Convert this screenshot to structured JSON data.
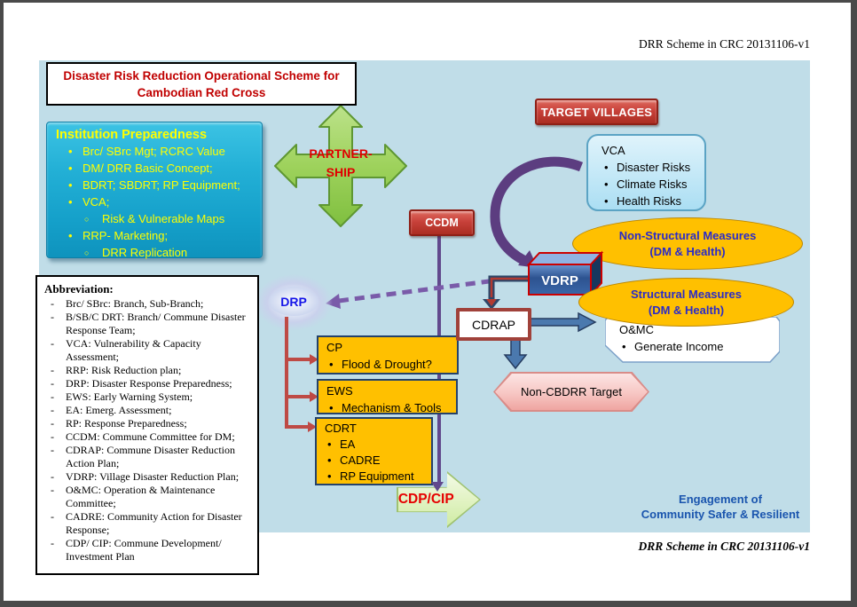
{
  "header": {
    "version_label": "DRR Scheme in CRC 20131106-v1"
  },
  "footer": {
    "version_label": "DRR Scheme in CRC 20131106-v1"
  },
  "title": {
    "line1": "Disaster Risk Reduction Operational Scheme for",
    "line2": "Cambodian Red Cross"
  },
  "institution": {
    "heading": "Institution Preparedness",
    "items": [
      {
        "level": 1,
        "text": "Brc/ SBrc Mgt; RCRC Value"
      },
      {
        "level": 1,
        "text": "DM/ DRR Basic Concept;"
      },
      {
        "level": 1,
        "text": "BDRT; SBDRT; RP Equipment;"
      },
      {
        "level": 1,
        "text": "VCA;"
      },
      {
        "level": 2,
        "text": "Risk & Vulnerable Maps"
      },
      {
        "level": 1,
        "text": "RRP- Marketing;"
      },
      {
        "level": 2,
        "text": "DRR Replication"
      }
    ]
  },
  "partnership": {
    "line1": "PARTNER-",
    "line2": "SHIP"
  },
  "target_villages": {
    "label": "TARGET VILLAGES"
  },
  "vca": {
    "heading": "VCA",
    "items": [
      "Disaster Risks",
      "Climate Risks",
      "Health Risks"
    ]
  },
  "ccdm": {
    "label": "CCDM"
  },
  "vdrp": {
    "label": "VDRP"
  },
  "non_structural": {
    "line1": "Non-Structural Measures",
    "line2": "(DM & Health)"
  },
  "structural": {
    "line1": "Structural Measures",
    "line2": "(DM & Health)"
  },
  "omc": {
    "heading": "O&MC",
    "items": [
      "Generate Income"
    ]
  },
  "cdrap": {
    "label": "CDRAP"
  },
  "non_cbdrr": {
    "label": "Non-CBDRR Target"
  },
  "drp": {
    "label": "DRP"
  },
  "cp_box": {
    "heading": "CP",
    "items": [
      "Flood & Drought?"
    ]
  },
  "ews_box": {
    "heading": "EWS",
    "items": [
      "Mechanism & Tools"
    ]
  },
  "cdrt_box": {
    "heading": "CDRT",
    "items": [
      "EA",
      "CADRE",
      "RP Equipment"
    ]
  },
  "cdp_cip": {
    "label": "CDP/CIP"
  },
  "engagement": {
    "line1": "Engagement of",
    "line2": "Community Safer & Resilient"
  },
  "abbreviations": {
    "heading": "Abbreviation:",
    "items": [
      "Brc/ SBrc: Branch, Sub-Branch;",
      "B/SB/C DRT: Branch/ Commune Disaster Response Team;",
      "VCA: Vulnerability & Capacity Assessment;",
      "RRP: Risk Reduction plan;",
      "DRP: Disaster Response Preparedness;",
      "EWS: Early Warning System;",
      "EA: Emerg. Assessment;",
      "RP: Response Preparedness;",
      "CCDM: Commune Committee for DM;",
      "CDRAP: Commune Disaster Reduction Action Plan;",
      "VDRP: Village Disaster Reduction Plan;",
      "O&MC: Operation & Maintenance Committee;",
      "CADRE: Community Action for Disaster Response;",
      "CDP/ CIP: Commune Development/ Investment Plan"
    ]
  },
  "colors": {
    "panel_bg": "#c0dde8",
    "red_accent": "#c0392b",
    "title_red": "#c00000",
    "orange_ellipse": "#ffc000",
    "teal_box": "#18a3cd",
    "green_arrow": "#8cc63e",
    "purple_connector": "#61498d",
    "steel_blue_arrow": "#4b79ae",
    "yellow_box": "#ffc000",
    "bullet_yellow": "#ffff00"
  }
}
